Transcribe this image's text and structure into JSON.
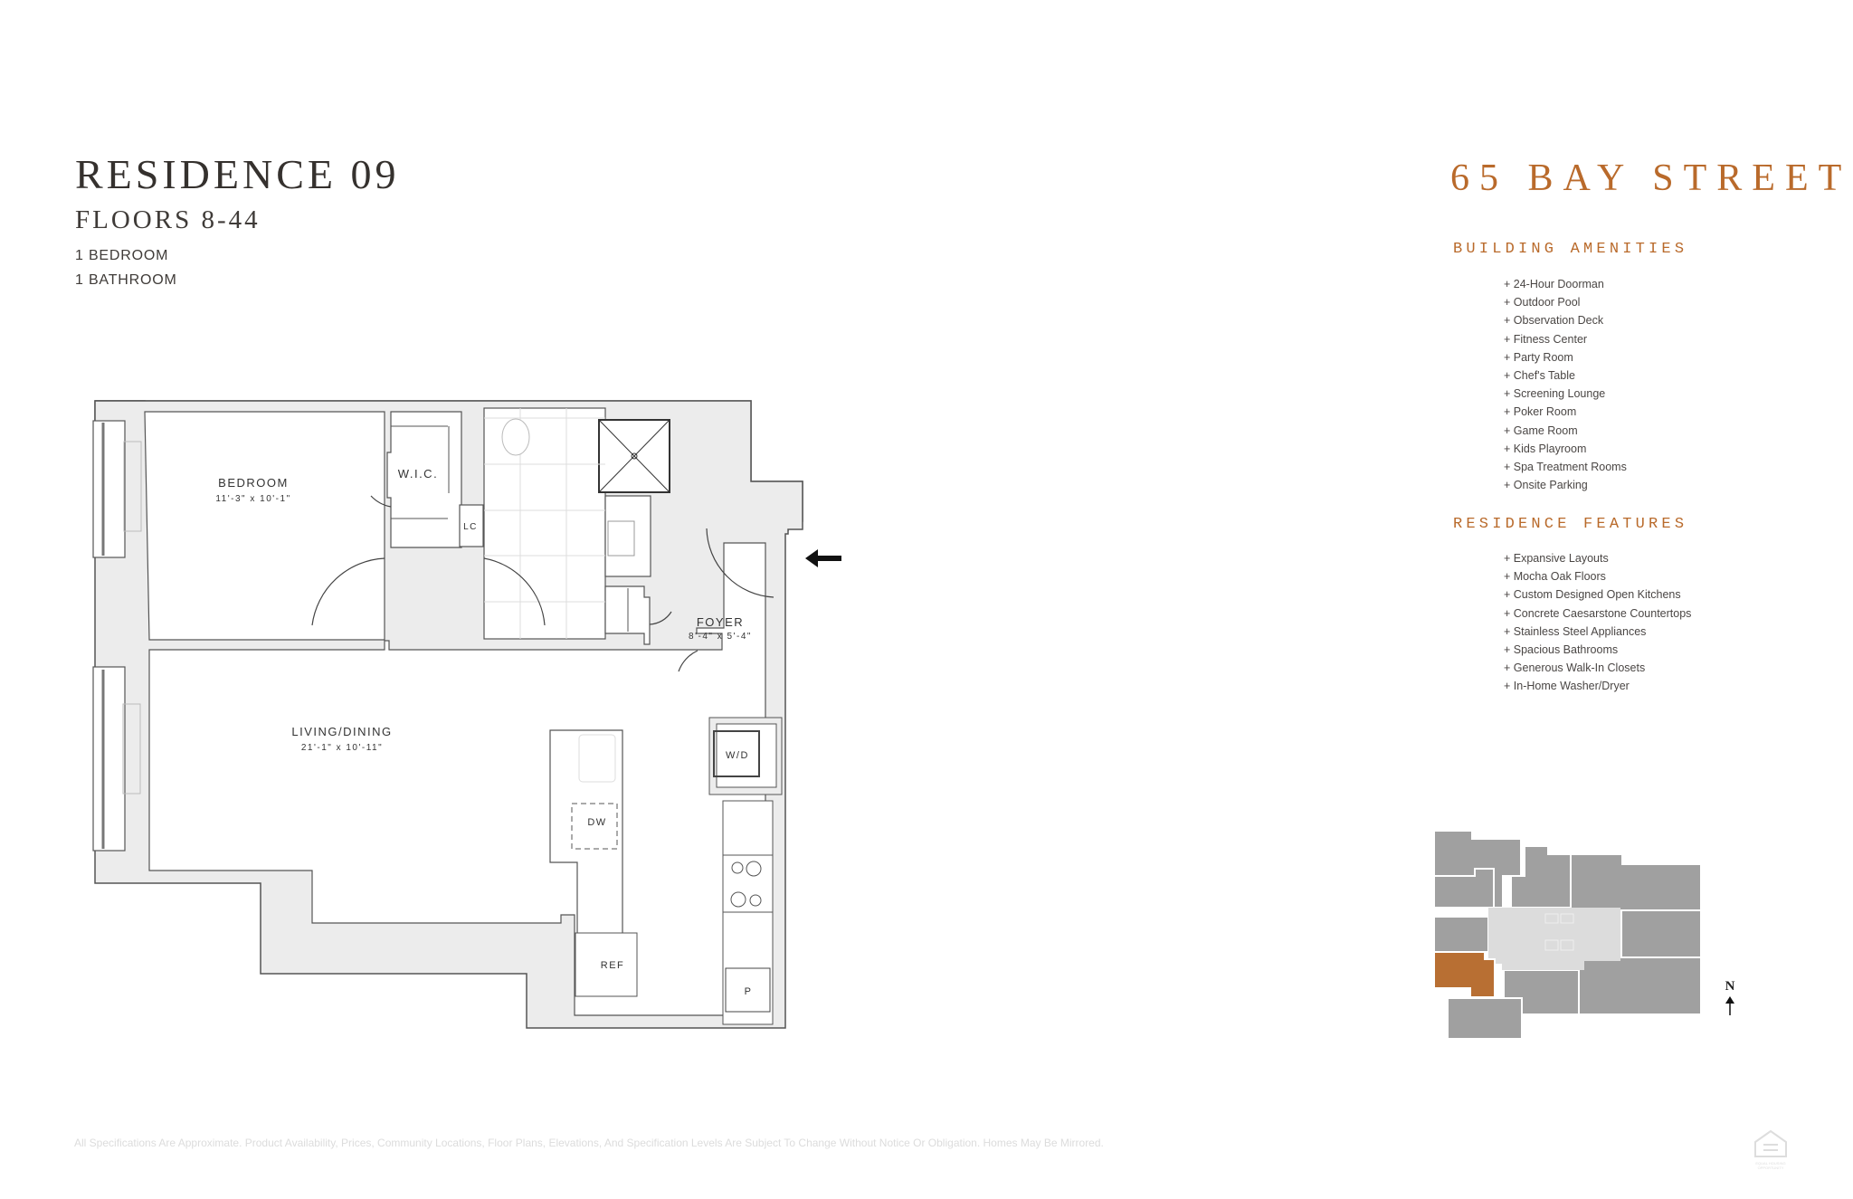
{
  "residence": {
    "title": "RESIDENCE 09",
    "floors": "FLOORS 8-44",
    "bedrooms": "1 BEDROOM",
    "bathrooms": "1 BATHROOM"
  },
  "brand": {
    "name": "65 BAY STREET",
    "accent_color": "#B96A2B"
  },
  "amenities": {
    "heading": "BUILDING AMENITIES",
    "items": [
      "+ 24-Hour Doorman",
      "+ Outdoor Pool",
      "+ Observation Deck",
      "+ Fitness Center",
      "+ Party Room",
      "+ Chef's Table",
      "+ Screening Lounge",
      "+ Poker Room",
      "+ Game Room",
      "+ Kids Playroom",
      "+ Spa Treatment Rooms",
      "+ Onsite Parking"
    ]
  },
  "features": {
    "heading": "RESIDENCE FEATURES",
    "items": [
      "+ Expansive Layouts",
      "+ Mocha Oak Floors",
      "+ Custom Designed Open Kitchens",
      "+ Concrete Caesarstone Countertops",
      "+ Stainless Steel Appliances",
      "+ Spacious Bathrooms",
      "+ Generous Walk-In Closets",
      "+ In-Home Washer/Dryer"
    ]
  },
  "floorplan": {
    "rooms": {
      "bedroom": {
        "name": "BEDROOM",
        "dims": "11'-3\" x 10'-1\""
      },
      "wic": {
        "name": "W.I.C."
      },
      "lc": {
        "name": "LC"
      },
      "foyer": {
        "name": "FOYER",
        "dims": "8'-4\" x 5'-4\""
      },
      "living": {
        "name": "LIVING/DINING",
        "dims": "21'-1\" x 10'-11\""
      },
      "wd": {
        "name": "W/D"
      },
      "dw": {
        "name": "DW"
      },
      "ref": {
        "name": "REF"
      },
      "pantry": {
        "name": "P"
      }
    },
    "entry_arrow": "left-arrow",
    "wall_fill": "#ececec",
    "wall_stroke": "#555555"
  },
  "keyplate": {
    "north_label": "N",
    "unit_color": "#B86F33",
    "other_units_color": "#a0a0a0",
    "core_color": "#dcdcdc"
  },
  "footer": {
    "disclaimer": "All Specifications Are Approximate. Product Availability, Prices, Community Locations, Floor Plans, Elevations, And Specification Levels Are Subject To Change Without Notice Or Obligation. Homes May Be Mirrored.",
    "eho_line1": "EQUAL HOUSING",
    "eho_line2": "OPPORTUNITY"
  }
}
